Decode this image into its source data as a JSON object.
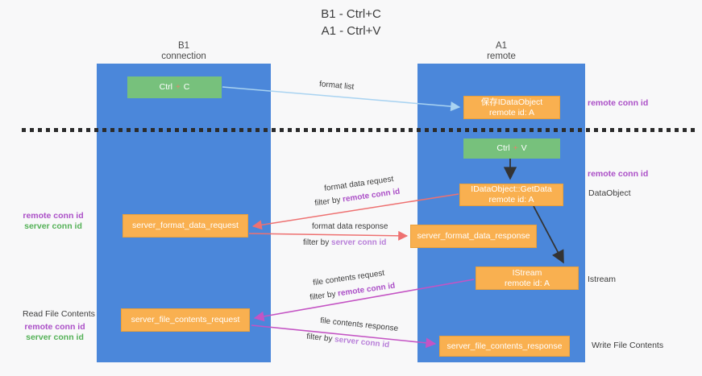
{
  "title": {
    "line1": "B1 - Ctrl+C",
    "line2": "A1 - Ctrl+V"
  },
  "columns": {
    "b1": {
      "name": "B1",
      "subtitle": "connection"
    },
    "a1": {
      "name": "A1",
      "subtitle": "remote"
    }
  },
  "boxes": {
    "ctrl_c": {
      "pre": "Ctrl",
      "plus": "+",
      "post": "C"
    },
    "ctrl_v": {
      "pre": "Ctrl",
      "plus": "+",
      "post": "V"
    },
    "save_idataobject": {
      "line1": "保存IDataObject",
      "line2": "remote id: A"
    },
    "getdata": {
      "line1": "IDataObject::GetData",
      "line2": "remote id: A"
    },
    "istream": {
      "line1": "IStream",
      "line2": "remote id: A"
    },
    "server_format_data_request": "server_format_data_request",
    "server_format_data_response": "server_format_data_response",
    "server_file_contents_request": "server_file_contents_request",
    "server_file_contents_response": "server_file_contents_response"
  },
  "arrow_labels": {
    "format_list": "format list",
    "format_data_request": "format data request",
    "format_data_response": "format data response",
    "file_contents_request": "file contents request",
    "file_contents_response": "file contents response",
    "filter_prefix": "filter by ",
    "remote_conn_id": "remote conn id",
    "server_conn_id": "server conn id"
  },
  "side_labels": {
    "remote_conn_id": "remote conn id",
    "server_conn_id": "server conn id",
    "dataobject": "DataObject",
    "istream": "Istream",
    "read_file_contents": "Read File Contents",
    "write_file_contents": "Write File Contents"
  },
  "colors": {
    "lifeline_blue": "#4b87da",
    "box_green": "#77c17c",
    "box_orange": "#f9b050",
    "plus_tint": "#e0876e",
    "arrow_blue": "#a9d3f1",
    "arrow_red": "#ee7171",
    "arrow_magenta": "#c454c4",
    "arrow_black": "#333333",
    "text_purple": "#ab4fc7",
    "text_green": "#54b157",
    "text_light_purple": "#b87fd9"
  }
}
